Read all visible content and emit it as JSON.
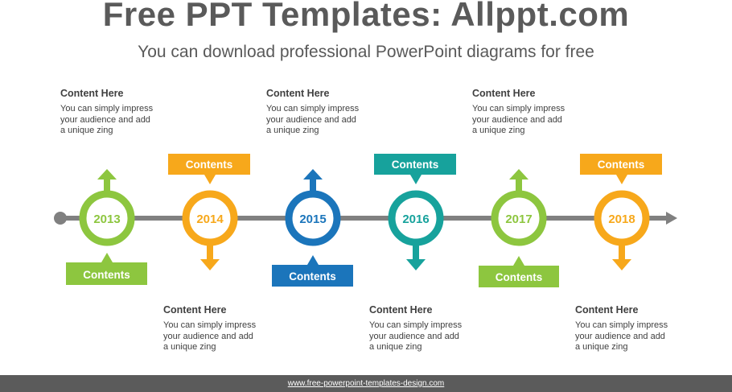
{
  "header": {
    "title": "Free PPT Templates: Allppt.com",
    "subtitle": "You can download professional PowerPoint diagrams for free"
  },
  "colors": {
    "green": "#8dc63f",
    "orange": "#f7a81b",
    "blue": "#1b75bb",
    "teal": "#17a29c",
    "line": "#808080"
  },
  "timeline": {
    "items": [
      {
        "year": "2013",
        "label": "Contents",
        "color": "green"
      },
      {
        "year": "2014",
        "label": "Contents",
        "color": "orange"
      },
      {
        "year": "2015",
        "label": "Contents",
        "color": "blue"
      },
      {
        "year": "2016",
        "label": "Contents",
        "color": "teal"
      },
      {
        "year": "2017",
        "label": "Contents",
        "color": "green"
      },
      {
        "year": "2018",
        "label": "Contents",
        "color": "orange"
      }
    ]
  },
  "content_blocks": [
    {
      "heading": "Content  Here",
      "body": "You can simply impress your audience and add a unique zing"
    },
    {
      "heading": "Content  Here",
      "body": "You can simply impress your audience and add a unique zing"
    },
    {
      "heading": "Content  Here",
      "body": "You can simply impress your audience and add a unique zing"
    },
    {
      "heading": "Content  Here",
      "body": "You can simply impress your audience and add a unique zing"
    },
    {
      "heading": "Content  Here",
      "body": "You can simply impress your audience and add a unique zing"
    },
    {
      "heading": "Content  Here",
      "body": "You can simply impress your audience and add a unique zing"
    }
  ],
  "footer": {
    "link": "www.free-powerpoint-templates-design.com"
  }
}
